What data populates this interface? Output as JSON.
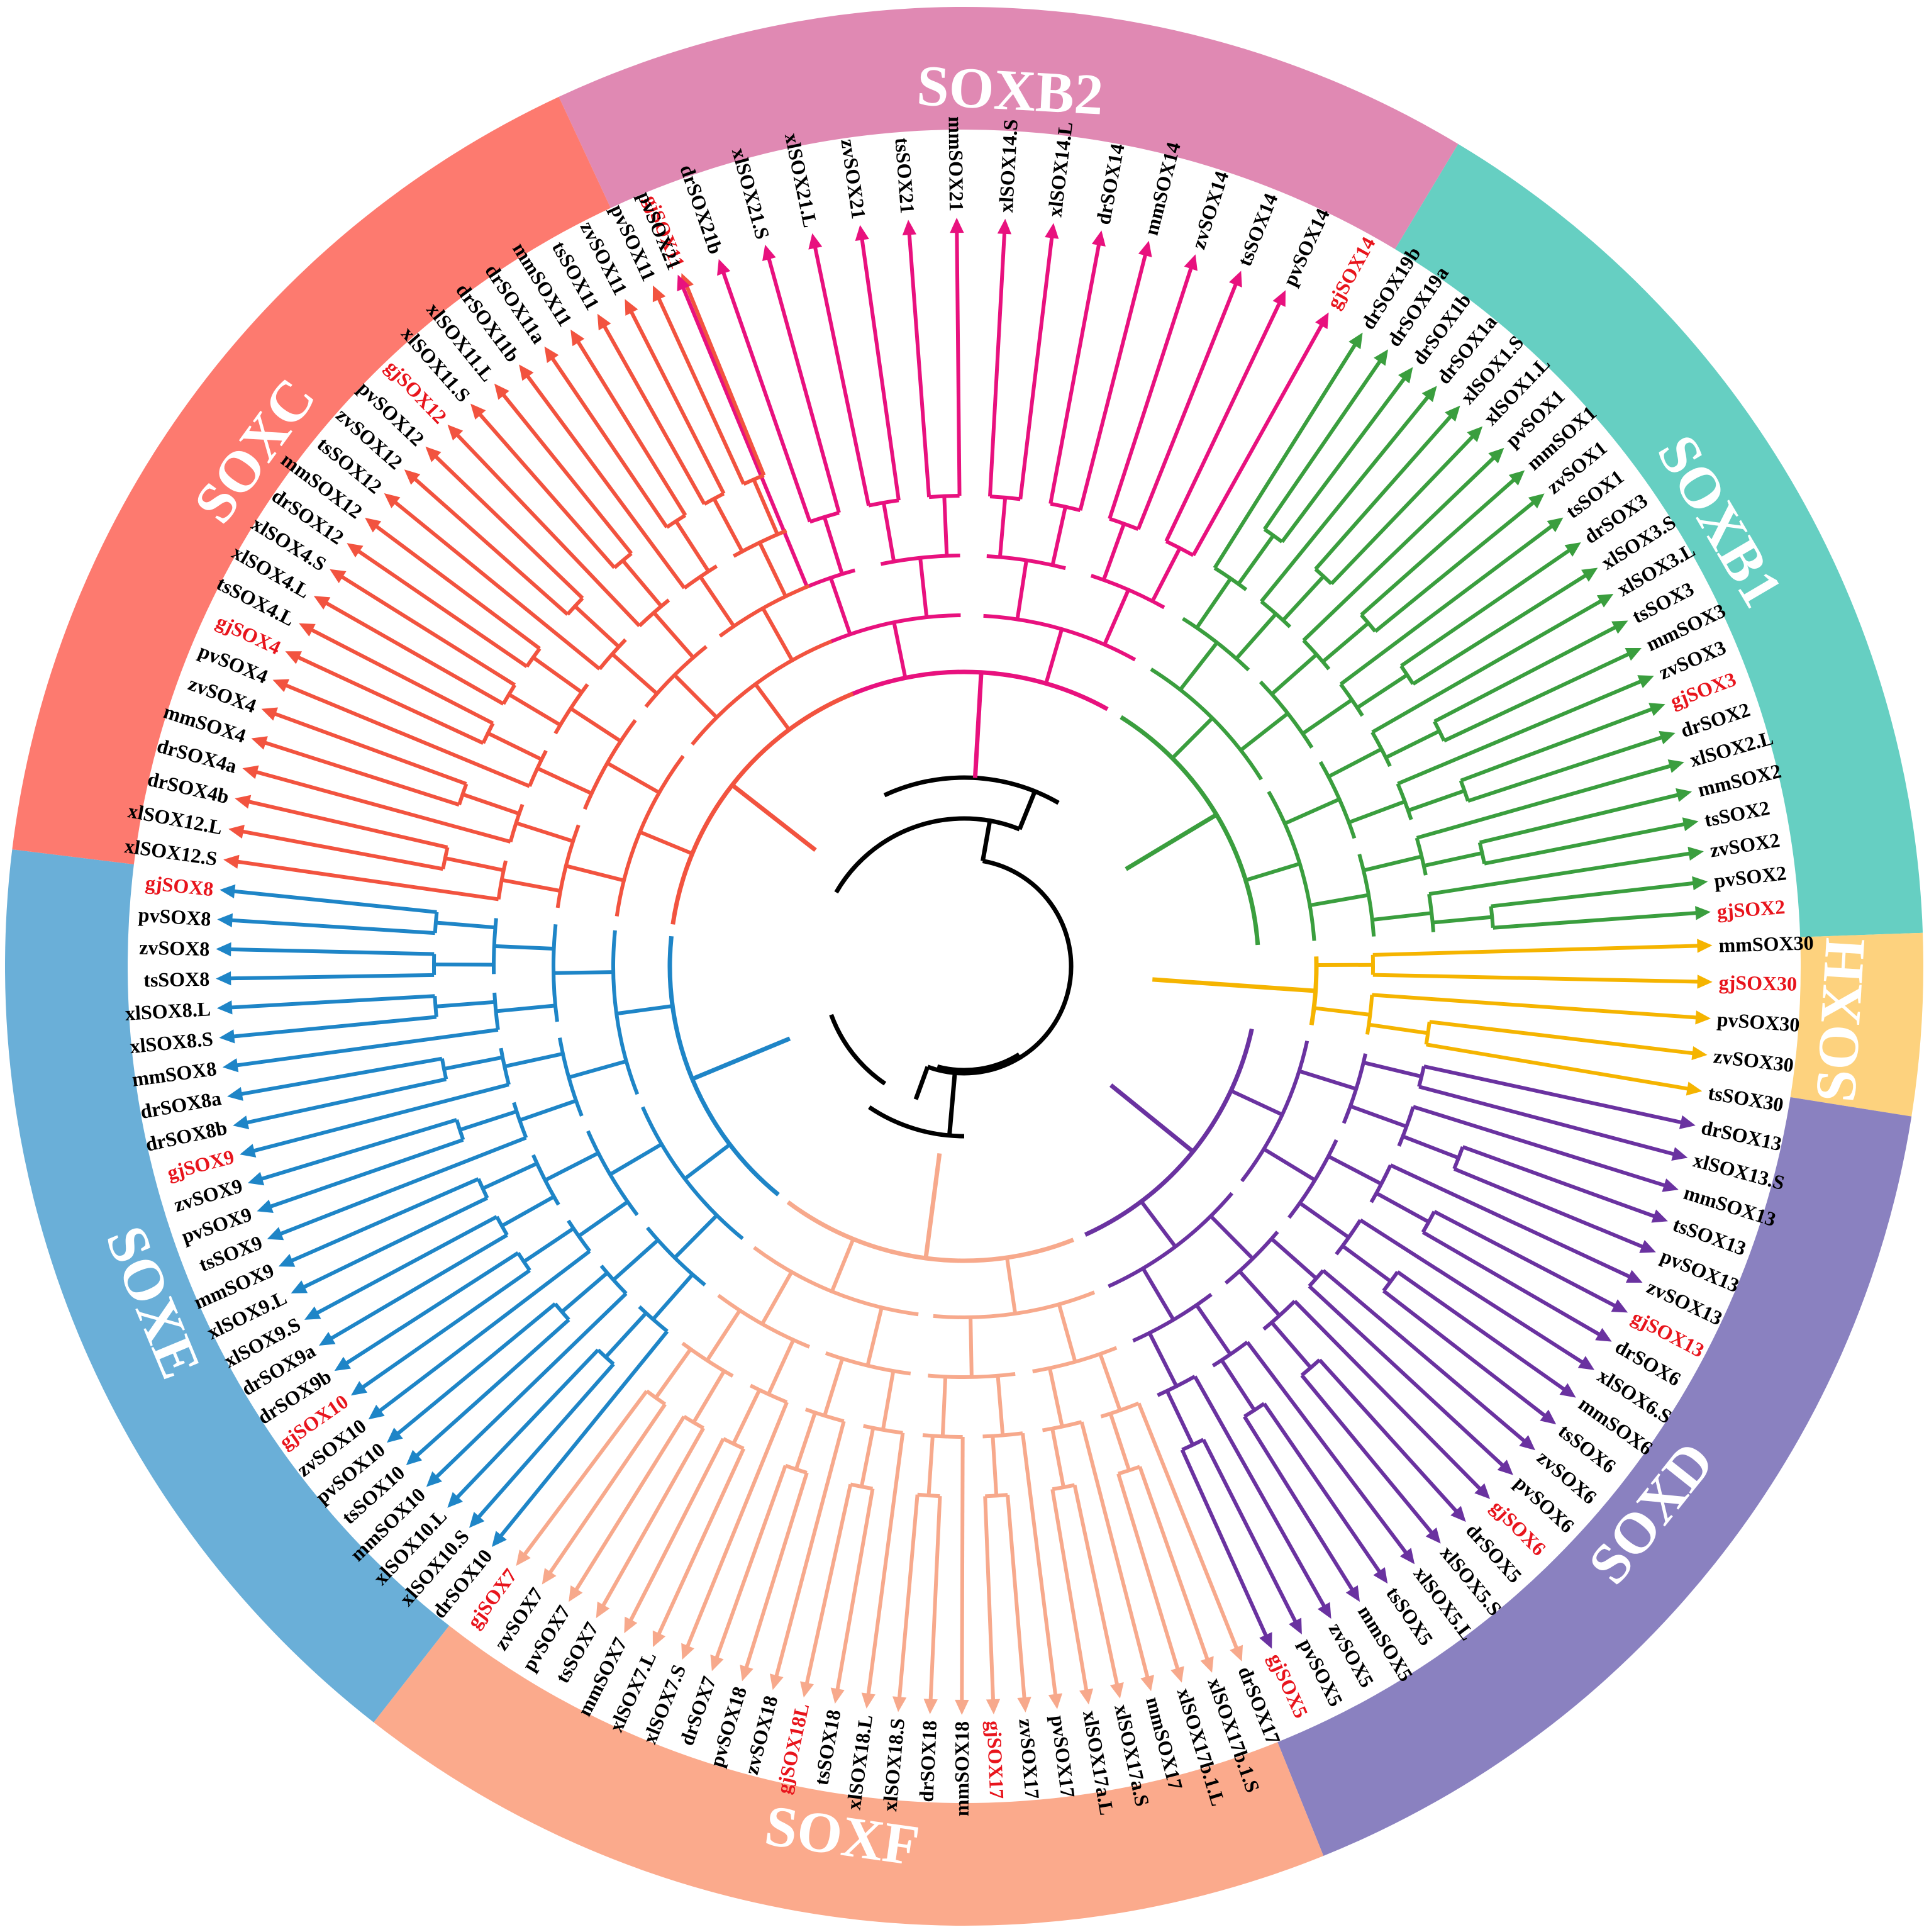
{
  "colors": {
    "highlight": "#e8141c",
    "normal": "#000000",
    "backbone": "#000000"
  },
  "groups": [
    {
      "name": "SOXB2",
      "band": "#e089b3",
      "branch": "#e8117e",
      "labelColor": "#ffffff",
      "leaves": [
        "drSOX21b",
        "xlSOX21.S",
        "xlSOX21.L",
        "zvSOX21",
        "tsSOX21",
        "mmSOX21",
        "xlSOX14.S",
        "xlSOX14.L",
        "drSOX14",
        "mmSOX14",
        "zvSOX14",
        "tsSOX14",
        "pvSOX14",
        "gjSOX14"
      ]
    },
    {
      "name": "SOXB1",
      "band": "#66cfc2",
      "branch": "#3a9e3e",
      "labelColor": "#ffffff",
      "leaves": [
        "drSOX19b",
        "drSOX19a",
        "drSOX1b",
        "drSOX1a",
        "xlSOX1.S",
        "xlSOX1.L",
        "pvSOX1",
        "mmSOX1",
        "zvSOX1",
        "tsSOX1",
        "drSOX3",
        "xlSOX3.S",
        "xlSOX3.L",
        "tsSOX3",
        "mmSOX3",
        "zvSOX3",
        "gjSOX3",
        "drSOX2",
        "xlSOX2.L",
        "mmSOX2",
        "tsSOX2",
        "zvSOX2",
        "pvSOX2",
        "gjSOX2"
      ]
    },
    {
      "name": "SOXH",
      "band": "#fdd27e",
      "branch": "#f5b400",
      "labelColor": "#ffffff",
      "leaves": [
        "mmSOX30",
        "gjSOX30",
        "pvSOX30",
        "zvSOX30",
        "tsSOX30"
      ]
    },
    {
      "name": "SOXD",
      "band": "#8a81c0",
      "branch": "#6a32a0",
      "labelColor": "#ffffff",
      "leaves": [
        "drSOX13",
        "xlSOX13.S",
        "mmSOX13",
        "tsSOX13",
        "pvSOX13",
        "zvSOX13",
        "gjSOX13",
        "drSOX6",
        "xlSOX6.S",
        "mmSOX6",
        "tsSOX6",
        "zvSOX6",
        "pvSOX6",
        "gjSOX6",
        "drSOX5",
        "xlSOX5.S",
        "xlSOX5.L",
        "tsSOX5",
        "mmSOX5",
        "zvSOX5",
        "pvSOX5",
        "gjSOX5"
      ]
    },
    {
      "name": "SOXF",
      "band": "#fbaa8c",
      "branch": "#f7a98c",
      "labelColor": "#ffffff",
      "leaves": [
        "drSOX17",
        "xlSOX17b.1.S",
        "xlSOX17b.1.L",
        "mmSOX17",
        "xlSOX17a.S",
        "xlSOX17a.L",
        "pvSOX17",
        "zvSOX17",
        "gjSOX17",
        "mmSOX18",
        "drSOX18",
        "xlSOX18.S",
        "xlSOX18.L",
        "tsSOX18",
        "gjSOX18L",
        "zvSOX18",
        "pvSOX18",
        "drSOX7",
        "xlSOX7.S",
        "xlSOX7.L",
        "mmSOX7",
        "tsSOX7",
        "pvSOX7",
        "zvSOX7",
        "gjSOX7"
      ]
    },
    {
      "name": "SOXE",
      "band": "#6aafd8",
      "branch": "#1e85c7",
      "labelColor": "#ffffff",
      "leaves": [
        "drSOX10",
        "xlSOX10.S",
        "xlSOX10.L",
        "mmSOX10",
        "tsSOX10",
        "pvSOX10",
        "zvSOX10",
        "gjSOX10",
        "drSOX9b",
        "drSOX9a",
        "xlSOX9.S",
        "xlSOX9.L",
        "mmSOX9",
        "tsSOX9",
        "pvSOX9",
        "zvSOX9",
        "gjSOX9",
        "drSOX8b",
        "drSOX8a",
        "mmSOX8",
        "xlSOX8.S",
        "xlSOX8.L",
        "tsSOX8",
        "zvSOX8",
        "pvSOX8",
        "gjSOX8"
      ]
    },
    {
      "name": "SOXC",
      "band": "#fd7a6f",
      "branch": "#f2533f",
      "labelColor": "#ffffff",
      "leaves": [
        "xlSOX12.S",
        "xlSOX12.L",
        "drSOX4b",
        "drSOX4a",
        "mmSOX4",
        "zvSOX4",
        "pvSOX4",
        "gjSOX4",
        "tsSOX4.L",
        "xlSOX4.L",
        "xlSOX4.S",
        "drSOX12",
        "mmSOX12",
        "tsSOX12",
        "zvSOX12",
        "pvSOX12",
        "gjSOX12",
        "xlSOX11.S",
        "xlSOX11.L",
        "drSOX11b",
        "drSOX11a",
        "mmSOX11",
        "tsSOX11",
        "zvSOX11",
        "pvSOX11",
        "gjSOX11"
      ]
    }
  ],
  "trailing_leaves": [
    {
      "label": "pvSOX21",
      "group": "SOXB2"
    }
  ]
}
